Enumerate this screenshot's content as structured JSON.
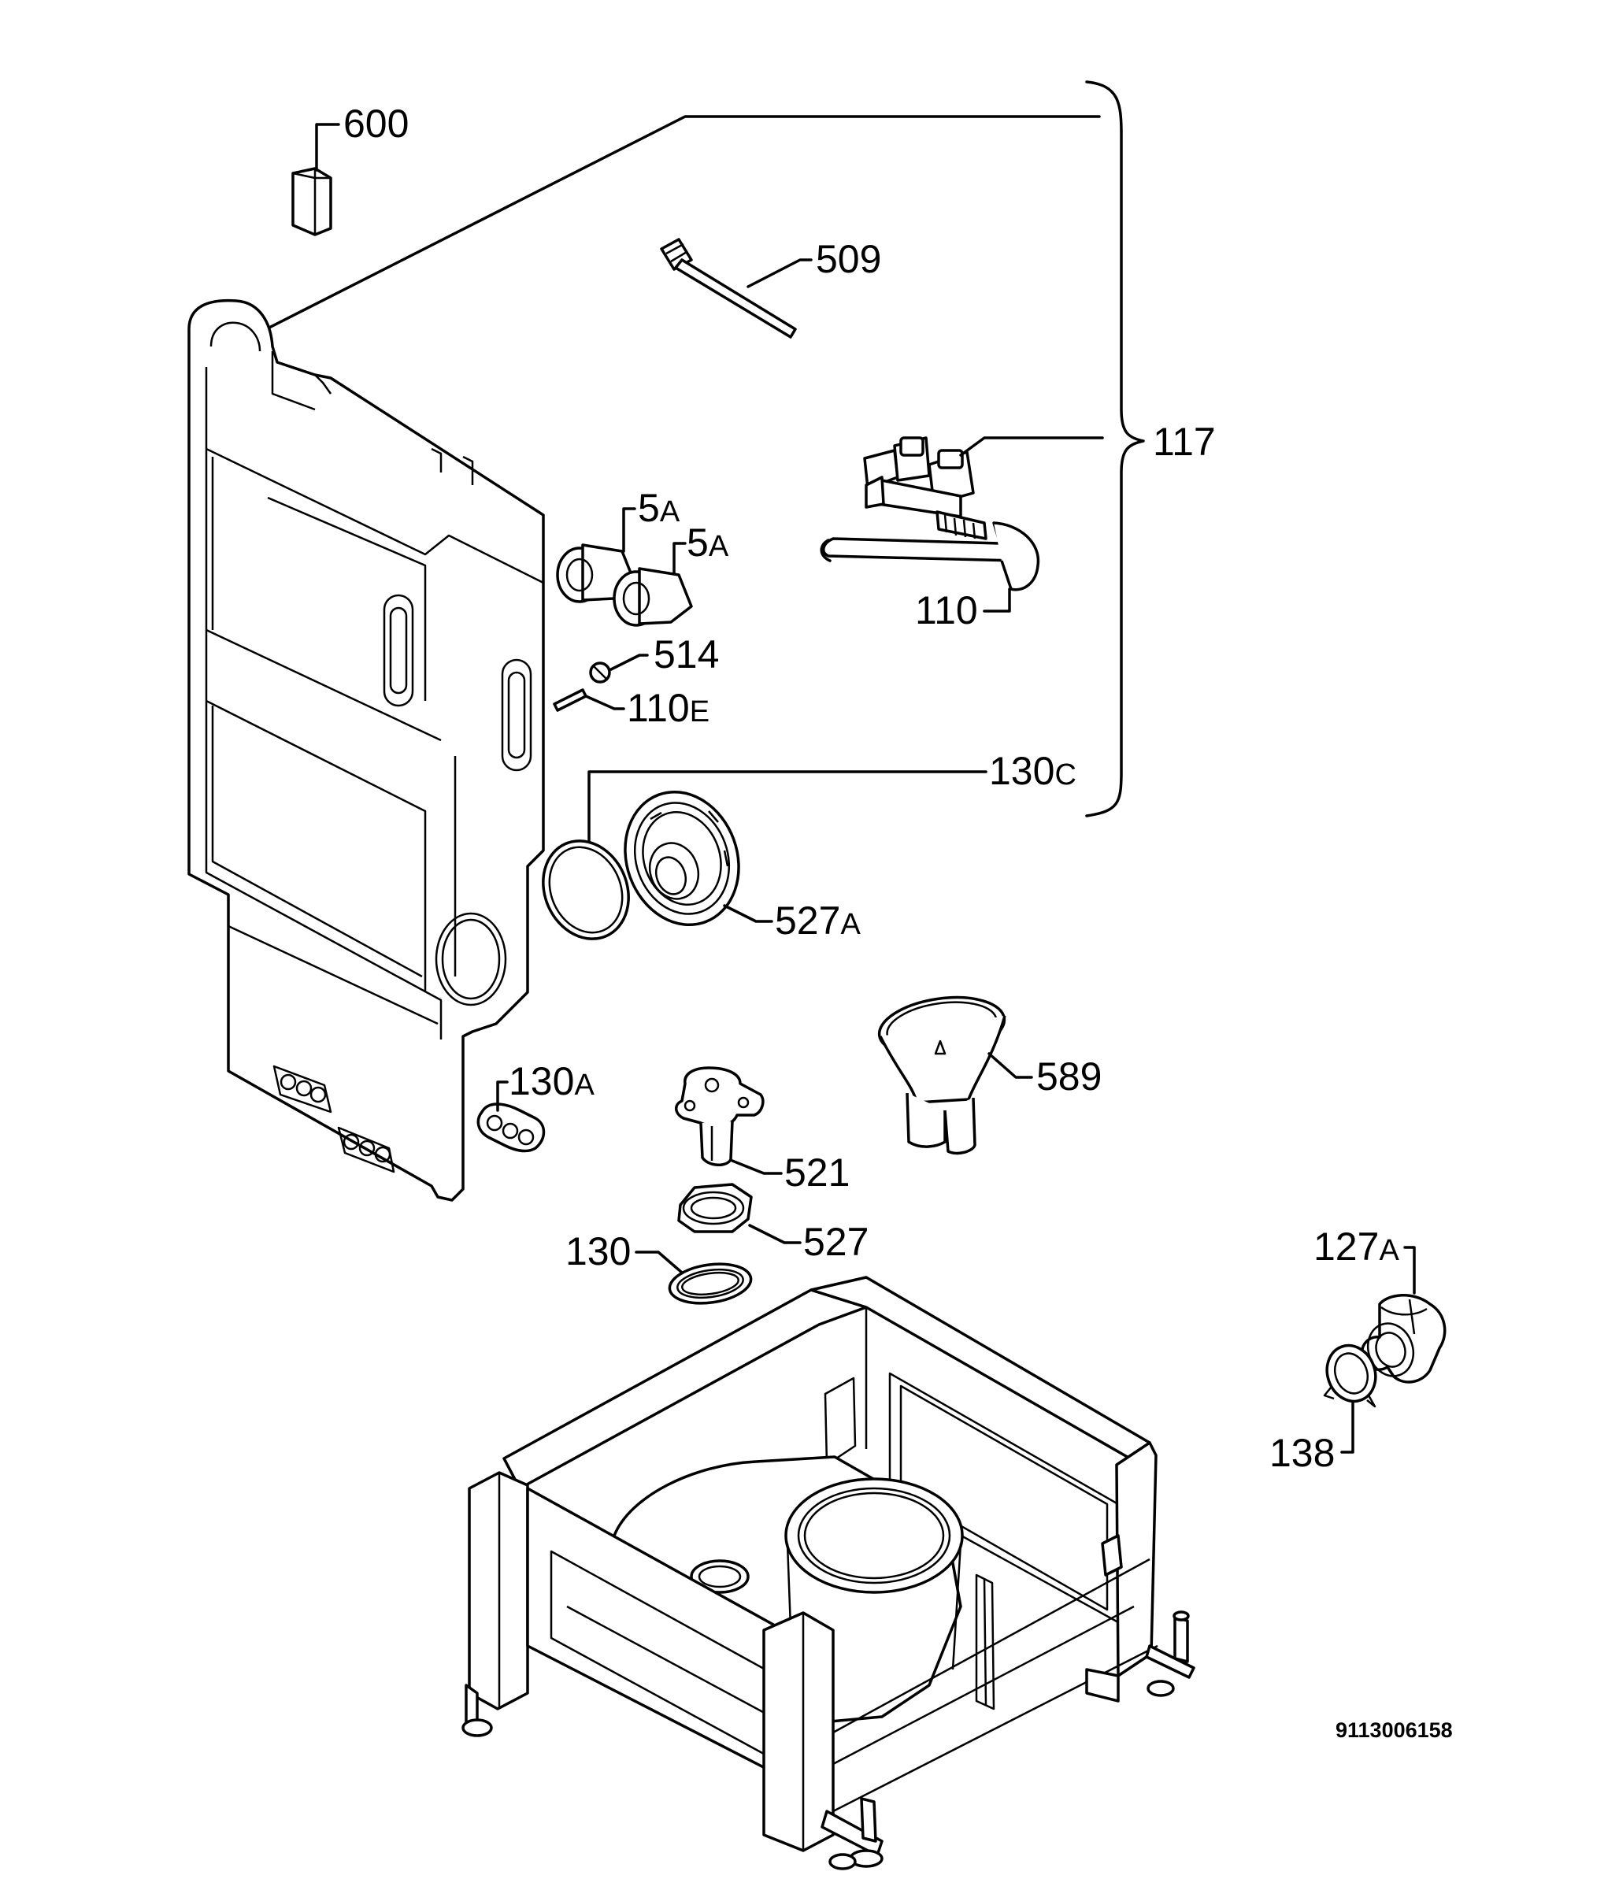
{
  "callouts": {
    "c600": "600",
    "c509": "509",
    "c117": "117",
    "c5a_1_num": "5",
    "c5a_1_suf": "A",
    "c5a_2_num": "5",
    "c5a_2_suf": "A",
    "c110": "110",
    "c514": "514",
    "c110e_num": "110",
    "c110e_suf": "E",
    "c130c_num": "130",
    "c130c_suf": "C",
    "c527a_num": "527",
    "c527a_suf": "A",
    "c589": "589",
    "c130a_num": "130",
    "c130a_suf": "A",
    "c521": "521",
    "c527": "527",
    "c130": "130",
    "c127a_num": "127",
    "c127a_suf": "A",
    "c138": "138"
  },
  "document_number": "9113006158"
}
